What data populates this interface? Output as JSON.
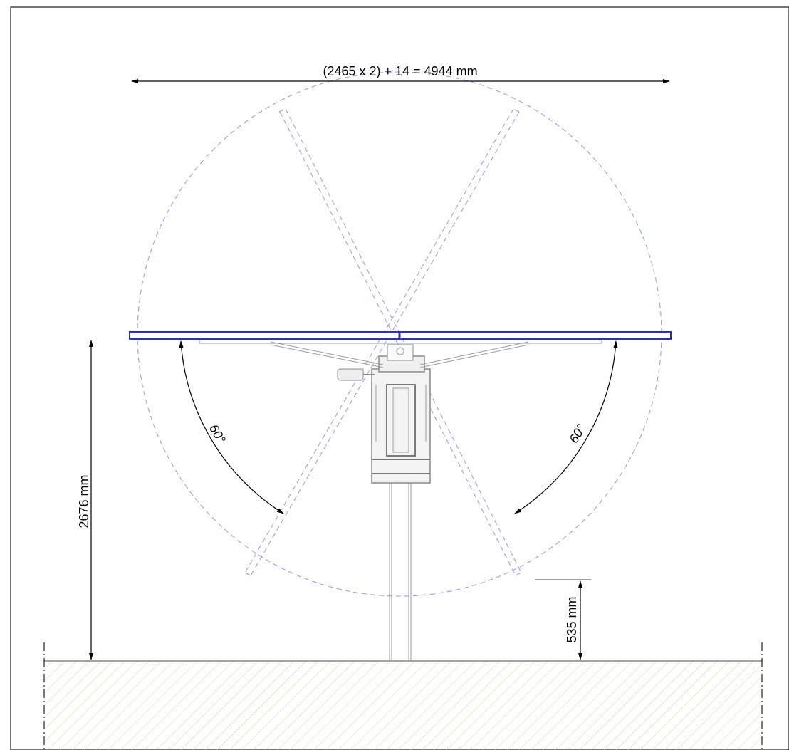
{
  "dimensions": {
    "width_label": "(2465 x 2) + 14 = 4944 mm",
    "height_label": "2676 mm",
    "clearance_label": "535 mm",
    "angle_left_label": "60°",
    "angle_right_label": "60°"
  },
  "colors": {
    "frame": "#1a1a1a",
    "panel": "#2b2bd6",
    "panel_ghost": "#7f88ee",
    "structure": "#9a9a9a",
    "ground_hatch": "#e8d7a8",
    "dim_line": "#000000"
  }
}
